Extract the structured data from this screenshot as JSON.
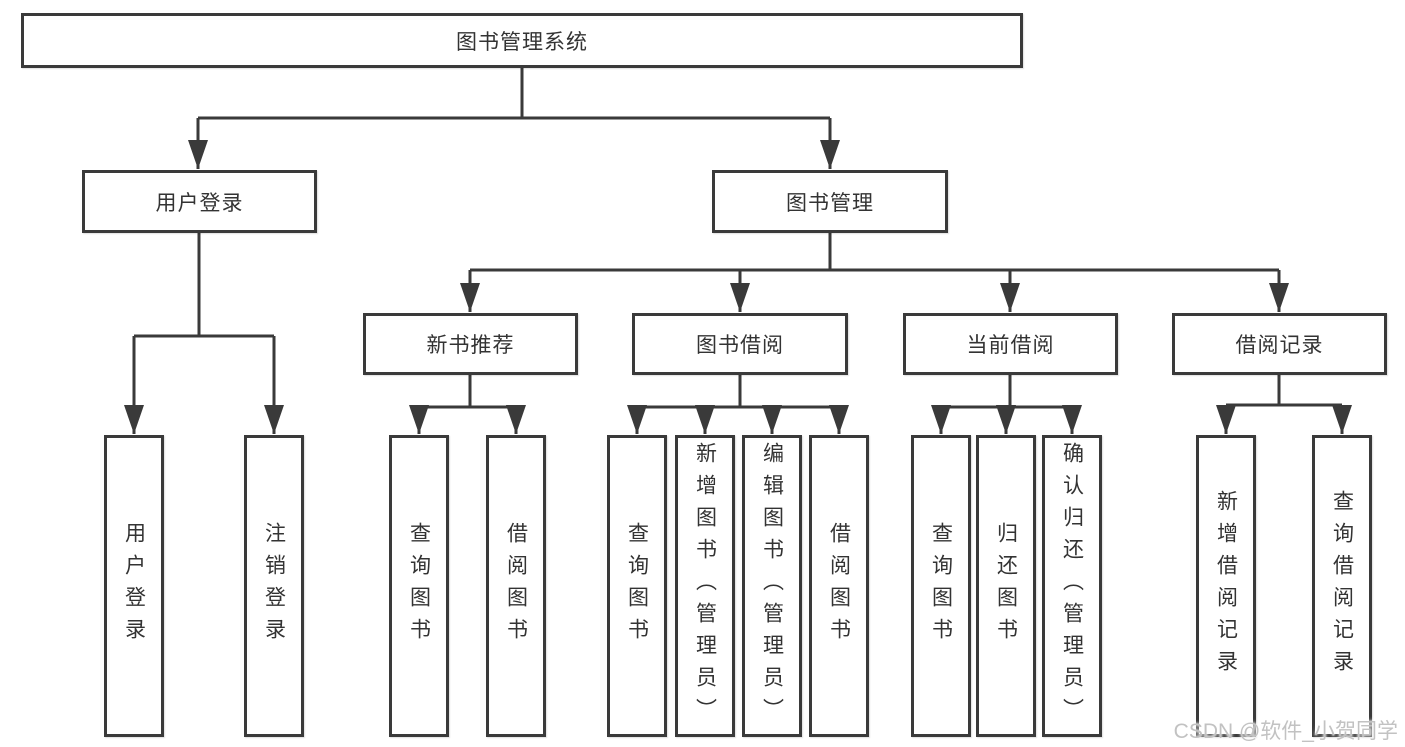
{
  "diagram": {
    "nodes": {
      "root": "图书管理系统",
      "user_login": "用户登录",
      "book_mgmt": "图书管理",
      "new_book_rec": "新书推荐",
      "book_borrow": "图书借阅",
      "current_borrow": "当前借阅",
      "borrow_records": "借阅记录",
      "leaf_user_login": "用户登录",
      "leaf_logout": "注销登录",
      "leaf_nb_query_book": "查询图书",
      "leaf_nb_borrow_book": "借阅图书",
      "leaf_bb_query_book": "查询图书",
      "leaf_bb_add_book": "新增图书（管理员）",
      "leaf_bb_edit_book": "编辑图书（管理员）",
      "leaf_bb_borrow_book": "借阅图书",
      "leaf_cb_query_book": "查询图书",
      "leaf_cb_return_book": "归还图书",
      "leaf_cb_confirm_return": "确认归还（管理员）",
      "leaf_br_add_record": "新增借阅记录",
      "leaf_br_query_record": "查询借阅记录"
    }
  },
  "watermark": {
    "text": "CSDN @软件_小贺同学"
  },
  "colors": {
    "line": "#3a3a3a",
    "text": "#333333",
    "watermark": "#c2c2c2",
    "background": "#ffffff"
  }
}
